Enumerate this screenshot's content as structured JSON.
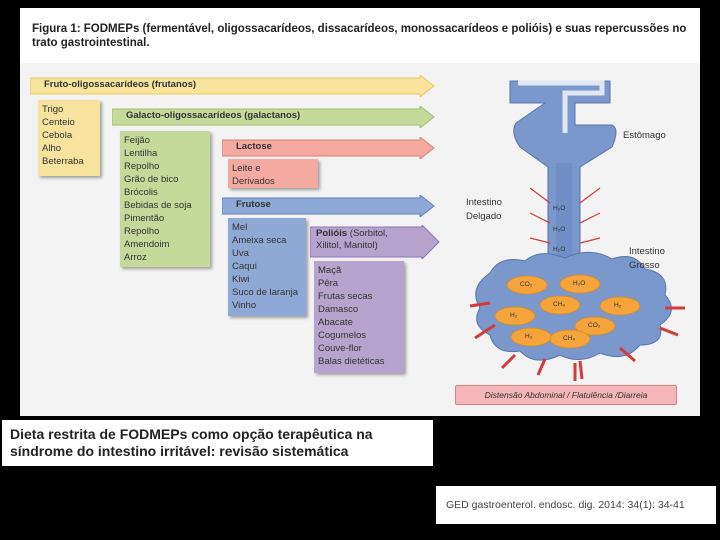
{
  "figure": {
    "title": "Figura 1: FODMEPs (fermentável, oligossacarídeos, dissacarídeos, monossacarídeos e polióis) e suas repercussões no trato gastrointestinal."
  },
  "categories": {
    "frutanos": {
      "label": "Fruto-oligossacarídeos (frutanos)",
      "items": [
        "Trigo",
        "Centeio",
        "Cebola",
        "Alho",
        "Beterraba"
      ],
      "color": "#f7e39e"
    },
    "galactanos": {
      "label": "Galacto-oligossacarídeos (galactanos)",
      "items": [
        "Feijão",
        "Lentilha",
        "Repolho",
        "Grão de bico",
        "Brócolis",
        "Bebidas de soja",
        "Pimentão",
        "Repolho",
        "Amendoim",
        "Arroz"
      ],
      "color": "#c5d99a"
    },
    "lactose": {
      "label": "Lactose",
      "items": [
        "Leite e",
        "Derivados"
      ],
      "color": "#f4aaa0"
    },
    "frutose": {
      "label": "Frutose",
      "items": [
        "Mel",
        "Ameixa seca",
        "Uva",
        "Caqui",
        "Kiwi",
        "Suco de laranja",
        "Vinho"
      ],
      "color": "#8ea9d6"
    },
    "poliois": {
      "label_bold": "Polióis",
      "label_rest": " (Sorbitol,",
      "label_line2": "Xilitol, Manitol)",
      "items": [
        "Maçã",
        "Pêra",
        "Frutas secas",
        "Damasco",
        "Abacate",
        "Cogumelos",
        "Couve-flor",
        "Balas dietéticas"
      ],
      "color": "#b6a4cf"
    }
  },
  "anatomy": {
    "stomach": "Estômago",
    "small_intestine_1": "Intestino",
    "small_intestine_2": "Delgado",
    "large_intestine_1": "Intestino",
    "large_intestine_2": "Grosso",
    "water": [
      "H₂O",
      "H₂O",
      "H₂O"
    ],
    "gases": [
      "CO₂",
      "H₂O",
      "CH₄",
      "H₂",
      "H₂",
      "CO₂",
      "H₂",
      "CH₄"
    ],
    "outcome": "Distensão Abdominal / Flatulência /Diarreia"
  },
  "article": {
    "title_line1": "Dieta restrita de FODMEPs como opção terapêutica na",
    "title_line2": "síndrome do intestino irritável: revisão sistemática",
    "reference": "GED gastroenterol. endosc. dig. 2014: 34(1): 34-41"
  }
}
